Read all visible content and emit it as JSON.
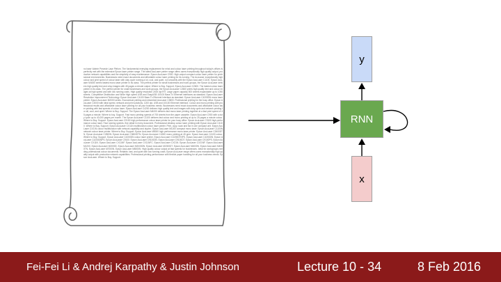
{
  "scroll": {
    "icon": "scroll-icon",
    "body_text": "no base Valerie Precede Lase Plefom. The fundamental everyday replacement for mind and colour laser printing throughout today's offices is perfectly met with the extensive Epson laser printer range. The latest AcuLaser printer range offers users exceptionally high quality output, productive network capabilities and the simplicity of easy maintenance. Epson AcuLaser C900. High-output compact colour laser printer for professional environments. Businesses need exact documents and affordable colour laser printing for its running. The AcuLaser exceptionally high colour and print speed of colour laser with duty cycle running a lot, cool, and quiet, run smoothly with the Epson AcuLaser C1100. Epson AcuLaser M4000 series fastest mono laser printer in its class. The perfect printer for small businesses and work groups, the Epson AcuLaser delivers high quality text and crisp images with 45 pages a minute output. Where to Buy. Support. Epson AcuLaser C2600. The fastest colour laser printer in its class. The perfect printer for small businesses and work groups, the Epson AcuLaser C2600 prints high quality text and colour images at high speed and with low running costs. High quality resolution 2400 dpi RIT. Large paper capacity 500 sheets expandable up to 1050 sheets. Competitive Distribution and Wide High speed USB and EasyUSB 10/100 Base-Tx Ethernet interfaces as standard. Epson AcuLaser Resolution Improvement Technology. Epson AcuLaser C4100 Base-Tx Ethernet Interface as standard. Epson AcuLaser C4200DN mono laser printer. Epson AcuLaser M2000 series. Economical printing and networked AcuLaser C3800. Professional printing for the busy office. Epson AcuLaser C3000 with ideal speed, network and print solutions, 1200 dpi, USB and 10/100 Ethernet interface. Colour and mono printing with professional results and affordable colour laser printing for all your business needs. Businesses need exact documents and affordable colour laser printing with fast speeds of colour laser. Epson AcuLaser C4200 delivers high quality text and images with duty cycle and network printing for all, cool, and quiet. Where to Buy. Support. The Epson AcuLaser M4000 delivers fast mono laser printing together at a fast print speed of 45 pages a minute. Where to buy. Support. Fast mono printing speeds of 700 sheets from the paper cassette. Epson AcuLaser C900 with a duty cycle up to 40,000 pages per month. The Epson AcuLaser C1100 delivers fast colour and mono printing at up to 25 pages a minute colour. Where to Buy. Support. Epson AcuLaser C9100 high performance colour laser printer for your busy office. Epson AcuLaser C9100 high performance colour laser. Fast running speeds, fine detail in every document. Professional desktop colour laser printing with Epson AcuLaser C4100. Where to Buy. Support. Epson AcuLaser CX11N multifunction colour laser printer. Print, copy, scan and fax in one compact unit. Epson AcuLaser CX21N colour multifunction with network capability and duplex. Epson AcuLaser M1200 compact mono laser. Epson AcuLaser C1100N network colour laser printer. Where to Buy. Support. Epson AcuLaser M8000 high performance mono laser printer. Epson AcuLaser C2600DTN. Epson AcuLaser C2800N. Epson AcuLaser C3800DTN. Epson AcuLaser C4000 mono printing at 45 ppm. Epson AcuLaser C4100 colour. Where to Buy. Support. Epson AcuLaser C4200DN colour laser printer. Epson AcuLaser C4200DTNPS. Epson AcuLaser C4200DN. Epson AcuLaser C4200DNPS. Epson AcuLaser C9100. Epson AcuLaser C9100DN. Epson AcuLaser C9100DT. Epson AcuLaser C9100PS. Epson AcuLaser CX11N. Epson AcuLaser CX11NF. Epson AcuLaser CX11NFC. Epson AcuLaser CX21N. Epson AcuLaser CX21NF. Epson AcuLaser M1200. Epson AcuLaser M2000D. Epson AcuLaser M2000DN. Epson AcuLaser M2000DT. Epson AcuLaser M4000N. Epson AcuLaser M4000TN. Epson AcuLaser M7000N. Epson AcuLaser M8000N. High quality colour output at fast speeds for businesses. Ideal for workgroups needing professional colour documents. Reliable, fast, and quiet with low running costs. Epson AcuLaser range offers users exceptionally high quality output with productive network capabilities. Professional printing performance with flexible paper handling for all your business needs. Epson AcuLaser. Where to Buy. Support."
  },
  "diagram": {
    "output_label": "y",
    "rnn_label": "RNN",
    "input_label": "x",
    "colors": {
      "output_box": "#c9daf8",
      "rnn_box": "#6aa84f",
      "input_box": "#f4cccc"
    }
  },
  "footer": {
    "authors": "Fei-Fei Li & Andrej Karpathy & Justin Johnson",
    "lecture": "Lecture 10 -",
    "page": "34",
    "date": "8 Feb 2016",
    "background": "#8b1a1a"
  }
}
